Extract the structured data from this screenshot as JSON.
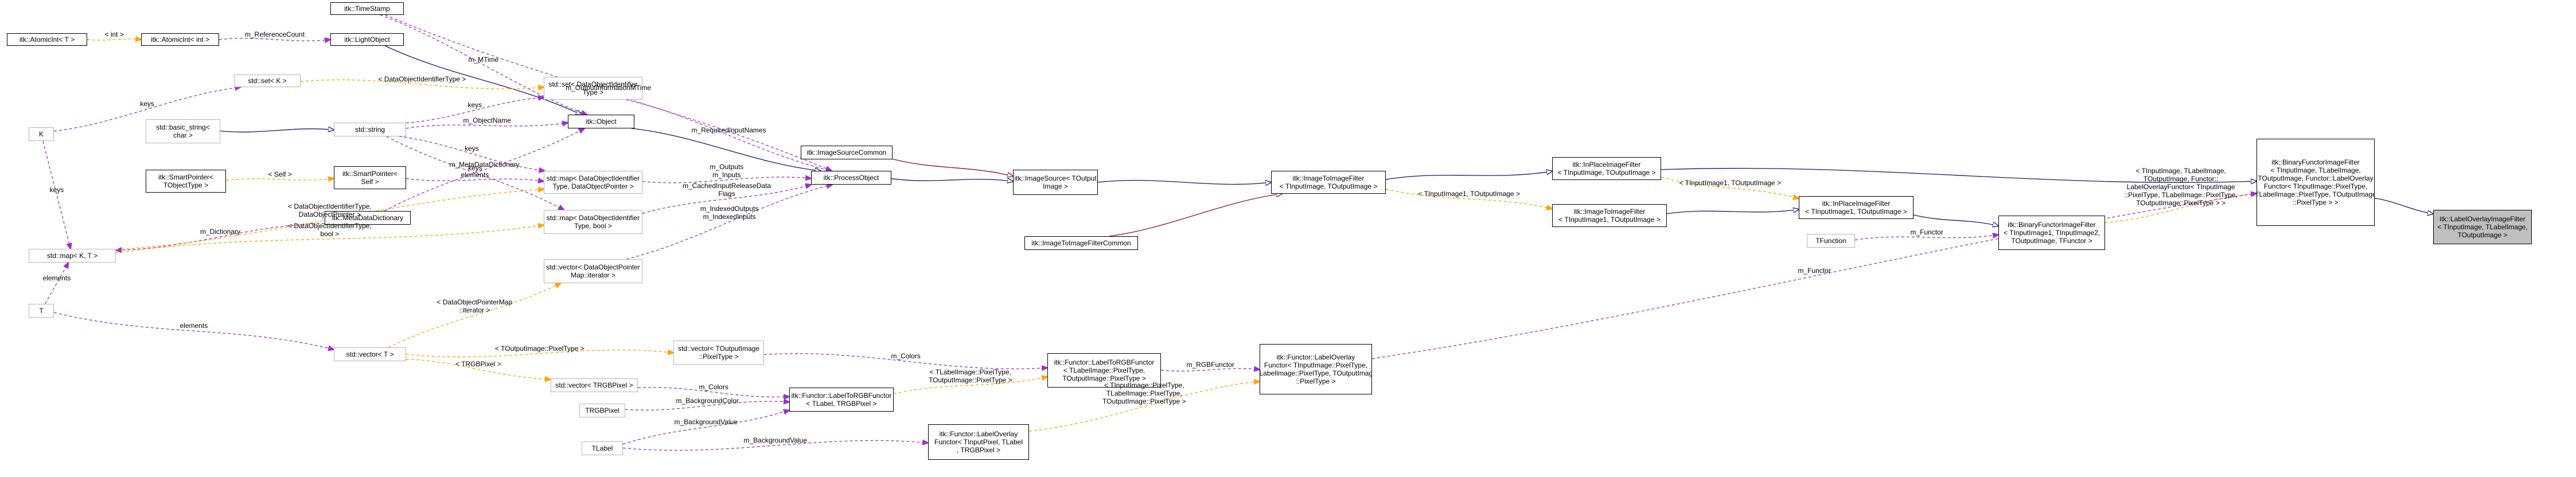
{
  "nodes": {
    "AtomicIntT": {
      "lines": [
        "itk::AtomicInt< T >"
      ],
      "style": "black"
    },
    "AtomicIntInt": {
      "lines": [
        "itk::AtomicInt< int >"
      ],
      "style": "black"
    },
    "LightObject": {
      "lines": [
        "itk::LightObject"
      ],
      "style": "black"
    },
    "TimeStamp": {
      "lines": [
        "itk::TimeStamp"
      ],
      "style": "black"
    },
    "SetK": {
      "lines": [
        "std::set< K >"
      ],
      "style": "grey"
    },
    "SetDOI": {
      "lines": [
        "std::set< DataObjectIdentifier",
        "Type >"
      ],
      "style": "grey"
    },
    "K": {
      "lines": [
        "K"
      ],
      "style": "grey"
    },
    "BasicString": {
      "lines": [
        "std::basic_string<",
        "char >"
      ],
      "style": "grey"
    },
    "StdString": {
      "lines": [
        "std::string"
      ],
      "style": "grey"
    },
    "Object": {
      "lines": [
        "itk::Object"
      ],
      "style": "black"
    },
    "ImageSourceCommon": {
      "lines": [
        "itk::ImageSourceCommon"
      ],
      "style": "black"
    },
    "SmartPtrTObj": {
      "lines": [
        "itk::SmartPointer<",
        "TObjectType >"
      ],
      "style": "black"
    },
    "SmartPtrSelf": {
      "lines": [
        "itk::SmartPointer<",
        "Self >"
      ],
      "style": "black"
    },
    "MapDOIPtr": {
      "lines": [
        "std::map< DataObjectIdentifier",
        "Type, DataObjectPointer >"
      ],
      "style": "grey"
    },
    "MetaDataDictionary": {
      "lines": [
        "itk::MetaDataDictionary"
      ],
      "style": "black"
    },
    "MapDOIBool": {
      "lines": [
        "std::map< DataObjectIdentifier",
        "Type, bool >"
      ],
      "style": "grey"
    },
    "ProcessObject": {
      "lines": [
        "itk::ProcessObject"
      ],
      "style": "black"
    },
    "ImageSource": {
      "lines": [
        "itk::ImageSource< TOutput",
        "Image >"
      ],
      "style": "black"
    },
    "ImageToImageFilterA": {
      "lines": [
        "itk::ImageToImageFilter",
        "< TInputImage, TOutputImage >"
      ],
      "style": "black"
    },
    "InPlaceA": {
      "lines": [
        "itk::InPlaceImageFilter",
        "< TInputImage, TOutputImage >"
      ],
      "style": "black"
    },
    "MapKT": {
      "lines": [
        "std::map< K, T >"
      ],
      "style": "grey"
    },
    "VectorDOPM": {
      "lines": [
        "std::vector< DataObjectPointer",
        "Map::iterator >"
      ],
      "style": "grey"
    },
    "ImageToImageFilterCommon": {
      "lines": [
        "itk::ImageToImageFilterCommon"
      ],
      "style": "black"
    },
    "ImageToImageFilterB": {
      "lines": [
        "itk::ImageToImageFilter",
        "< TInputImage1, TOutputImage >"
      ],
      "style": "black"
    },
    "InPlaceB": {
      "lines": [
        "itk::InPlaceImageFilter",
        "< TInputImage1, TOutputImage >"
      ],
      "style": "black"
    },
    "TFunction": {
      "lines": [
        "TFunction"
      ],
      "style": "grey"
    },
    "BinaryFunctor": {
      "lines": [
        "itk::BinaryFunctorImageFilter",
        "< TInputImage1, TInputImage2,",
        "TOutputImage, TFunctor >"
      ],
      "style": "black"
    },
    "BinaryFunctorLabel": {
      "lines": [
        "itk::BinaryFunctorImageFilter",
        "< TInputImage, TLabelImage,",
        "TOutputImage, Functor::LabelOverlay",
        "Functor< TInputImage::PixelType,",
        "TLabelImage::PixelType, TOutputImage",
        "::PixelType > >"
      ],
      "style": "black"
    },
    "LabelOverlayImageFilter": {
      "lines": [
        "itk::LabelOverlayImageFilter",
        "< TInputImage, TLabelImage,",
        "TOutputImage >"
      ],
      "style": "focus"
    },
    "T": {
      "lines": [
        "T"
      ],
      "style": "grey"
    },
    "VectorT": {
      "lines": [
        "std::vector< T >"
      ],
      "style": "grey"
    },
    "VectorTOut": {
      "lines": [
        "std::vector< TOutputImage",
        "::PixelType >"
      ],
      "style": "grey"
    },
    "LabelToRGBFunctorA": {
      "lines": [
        "itk::Functor::LabelToRGBFunctor",
        "< TLabelImage::PixelType,",
        "TOutputImage::PixelType >"
      ],
      "style": "black"
    },
    "LabelOverlayFunctorA": {
      "lines": [
        "itk::Functor::LabelOverlay",
        "Functor< TInputImage::PixelType,",
        "TLabelImage::PixelType, TOutputImage",
        "::PixelType >"
      ],
      "style": "black"
    },
    "VectorTRGB": {
      "lines": [
        "std::vector< TRGBPixel >"
      ],
      "style": "grey"
    },
    "TRGBPixel": {
      "lines": [
        "TRGBPixel"
      ],
      "style": "grey"
    },
    "LabelToRGBFunctorB": {
      "lines": [
        "itk::Functor::LabelToRGBFunctor",
        "< TLabel, TRGBPixel >"
      ],
      "style": "black"
    },
    "TLabel": {
      "lines": [
        "TLabel"
      ],
      "style": "grey"
    },
    "LabelOverlayFunctorB": {
      "lines": [
        "itk::Functor::LabelOverlay",
        "Functor< TInputPixel, TLabel",
        ", TRGBPixel >"
      ],
      "style": "black"
    }
  },
  "edges": [
    {
      "from": "AtomicIntT",
      "to": "AtomicIntInt",
      "kind": "template",
      "label": [
        "< int >"
      ]
    },
    {
      "from": "AtomicIntInt",
      "to": "LightObject",
      "kind": "member",
      "label": [
        "m_ReferenceCount"
      ]
    },
    {
      "from": "LightObject",
      "to": "Object",
      "kind": "inherit",
      "label": []
    },
    {
      "from": "TimeStamp",
      "to": "Object",
      "kind": "member",
      "label": [
        "m_MTime"
      ]
    },
    {
      "from": "TimeStamp",
      "to": "ProcessObject",
      "kind": "member",
      "label": [
        "m_OutputInformationMTime"
      ]
    },
    {
      "from": "SetK",
      "to": "SetDOI",
      "kind": "template",
      "label": [
        "< DataObjectIdentifierType >"
      ]
    },
    {
      "from": "K",
      "to": "SetK",
      "kind": "member",
      "label": [
        "keys"
      ]
    },
    {
      "from": "SetDOI",
      "to": "ProcessObject",
      "kind": "member",
      "label": [
        "m_RequiredInputNames"
      ]
    },
    {
      "from": "BasicString",
      "to": "StdString",
      "kind": "inherit",
      "label": []
    },
    {
      "from": "StdString",
      "to": "Object",
      "kind": "member",
      "label": [
        "m_ObjectName"
      ]
    },
    {
      "from": "StdString",
      "to": "SetDOI",
      "kind": "member",
      "label": [
        "keys"
      ]
    },
    {
      "from": "StdString",
      "to": "MapDOIPtr",
      "kind": "member",
      "label": [
        "keys"
      ]
    },
    {
      "from": "StdString",
      "to": "MapDOIBool",
      "kind": "member",
      "label": [
        "keys"
      ]
    },
    {
      "from": "Object",
      "to": "ProcessObject",
      "kind": "inherit",
      "label": []
    },
    {
      "from": "ImageSourceCommon",
      "to": "ImageSource",
      "kind": "inherit2",
      "label": []
    },
    {
      "from": "SmartPtrTObj",
      "to": "SmartPtrSelf",
      "kind": "template",
      "label": [
        "< Self >"
      ]
    },
    {
      "from": "SmartPtrSelf",
      "to": "MapDOIPtr",
      "kind": "member",
      "label": [
        "elements"
      ]
    },
    {
      "from": "MetaDataDictionary",
      "to": "Object",
      "kind": "member",
      "label": [
        "m_MetaDataDictionary"
      ]
    },
    {
      "from": "MapDOIPtr",
      "to": "ProcessObject",
      "kind": "member",
      "label": [
        "m_Outputs",
        "m_Inputs"
      ]
    },
    {
      "from": "MapDOIBool",
      "to": "ProcessObject",
      "kind": "member",
      "label": [
        "m_CachedInputReleaseData",
        "Flags"
      ]
    },
    {
      "from": "VectorDOPM",
      "to": "ProcessObject",
      "kind": "member",
      "label": [
        "m_IndexedOutputs",
        "m_IndexedInputs"
      ]
    },
    {
      "from": "MetaDataDictionary",
      "to": "MapKT",
      "kind": "member",
      "label": [
        "m_Dictionary"
      ]
    },
    {
      "from": "K",
      "to": "MapKT",
      "kind": "member",
      "label": [
        "keys"
      ]
    },
    {
      "from": "T",
      "to": "MapKT",
      "kind": "member",
      "label": [
        "elements"
      ]
    },
    {
      "from": "MapKT",
      "to": "MapDOIPtr",
      "kind": "template",
      "label": [
        "< DataObjectIdentifierType,",
        "DataObjectPointer >"
      ]
    },
    {
      "from": "MapKT",
      "to": "MapDOIBool",
      "kind": "template",
      "label": [
        "< DataObjectIdentifierType,",
        "bool >"
      ]
    },
    {
      "from": "T",
      "to": "VectorT",
      "kind": "member",
      "label": [
        "elements"
      ]
    },
    {
      "from": "VectorT",
      "to": "VectorDOPM",
      "kind": "template",
      "label": [
        "< DataObjectPointerMap",
        "::iterator >"
      ]
    },
    {
      "from": "VectorT",
      "to": "VectorTOut",
      "kind": "template",
      "label": [
        "< TOutputImage::PixelType >"
      ]
    },
    {
      "from": "VectorT",
      "to": "VectorTRGB",
      "kind": "template",
      "label": [
        "< TRGBPixel >"
      ]
    },
    {
      "from": "ProcessObject",
      "to": "ImageSource",
      "kind": "inherit",
      "label": []
    },
    {
      "from": "ImageSource",
      "to": "ImageToImageFilterA",
      "kind": "inherit",
      "label": []
    },
    {
      "from": "ImageToImageFilterCommon",
      "to": "ImageToImageFilterA",
      "kind": "inherit2",
      "label": []
    },
    {
      "from": "ImageToImageFilterA",
      "to": "InPlaceA",
      "kind": "inherit",
      "label": []
    },
    {
      "from": "ImageToImageFilterA",
      "to": "ImageToImageFilterB",
      "kind": "template",
      "label": [
        "< TInputImage1, TOutputImage >"
      ]
    },
    {
      "from": "ImageToImageFilterB",
      "to": "InPlaceB",
      "kind": "inherit",
      "label": []
    },
    {
      "from": "InPlaceA",
      "to": "InPlaceB",
      "kind": "template",
      "label": [
        "< TInputImage1, TOutputImage >"
      ]
    },
    {
      "from": "InPlaceA",
      "to": "BinaryFunctorLabel",
      "kind": "inherit",
      "label": []
    },
    {
      "from": "InPlaceB",
      "to": "BinaryFunctor",
      "kind": "inherit",
      "label": []
    },
    {
      "from": "TFunction",
      "to": "BinaryFunctor",
      "kind": "member",
      "label": [
        "m_Functor"
      ]
    },
    {
      "from": "BinaryFunctor",
      "to": "BinaryFunctorLabel",
      "kind": "template",
      "label": [
        "< TInputImage, TLabelImage,",
        "TOutputImage, Functor::",
        "LabelOverlayFunctor< TInputImage",
        "::PixelType, TLabelImage::PixelType,",
        "TOutputImage::PixelType > >"
      ]
    },
    {
      "from": "BinaryFunctorLabel",
      "to": "LabelOverlayImageFilter",
      "kind": "inherit",
      "label": []
    },
    {
      "from": "LabelOverlayFunctorA",
      "to": "BinaryFunctorLabel",
      "kind": "member",
      "label": [
        "m_Functor"
      ]
    },
    {
      "from": "VectorTOut",
      "to": "LabelToRGBFunctorA",
      "kind": "member",
      "label": [
        "m_Colors"
      ]
    },
    {
      "from": "LabelToRGBFunctorA",
      "to": "LabelOverlayFunctorA",
      "kind": "member",
      "label": [
        "m_RGBFunctor"
      ]
    },
    {
      "from": "LabelToRGBFunctorB",
      "to": "LabelToRGBFunctorA",
      "kind": "template",
      "label": [
        "< TLabelImage::PixelType,",
        "TOutputImage::PixelType >"
      ]
    },
    {
      "from": "LabelOverlayFunctorB",
      "to": "LabelOverlayFunctorA",
      "kind": "template",
      "label": [
        "< TInputImage::PixelType,",
        "TLabelImage::PixelType,",
        "TOutputImage::PixelType >"
      ]
    },
    {
      "from": "VectorTRGB",
      "to": "LabelToRGBFunctorB",
      "kind": "member",
      "label": [
        "m_Colors"
      ]
    },
    {
      "from": "TRGBPixel",
      "to": "LabelToRGBFunctorB",
      "kind": "member",
      "label": [
        "m_BackgroundColor"
      ]
    },
    {
      "from": "TLabel",
      "to": "LabelToRGBFunctorB",
      "kind": "member",
      "label": [
        "m_BackgroundValue"
      ]
    },
    {
      "from": "TLabel",
      "to": "LabelOverlayFunctorB",
      "kind": "member",
      "label": [
        "m_BackgroundValue"
      ]
    }
  ],
  "edge_colors": {
    "inherit": "#191970",
    "inherit2": "#8b1a1a",
    "member": "#9a32cd",
    "template": "#ffa500"
  }
}
